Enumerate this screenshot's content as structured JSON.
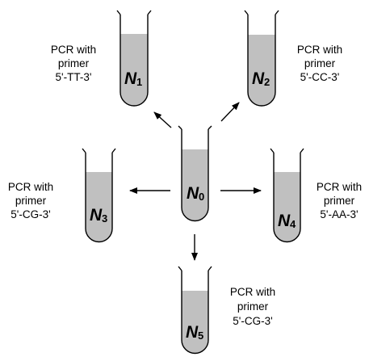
{
  "colors": {
    "liquid": "#c0c0c0",
    "outline": "#000000",
    "background": "#ffffff"
  },
  "tubes": [
    {
      "id": "n0",
      "name": "N",
      "subscript": "0",
      "label": []
    },
    {
      "id": "n1",
      "name": "N",
      "subscript": "1",
      "label": [
        "PCR with",
        "primer",
        "5'-TT-3'"
      ]
    },
    {
      "id": "n2",
      "name": "N",
      "subscript": "2",
      "label": [
        "PCR with",
        "primer",
        "5'-CC-3'"
      ]
    },
    {
      "id": "n3",
      "name": "N",
      "subscript": "3",
      "label": [
        "PCR with",
        "primer",
        "5'-CG-3'"
      ]
    },
    {
      "id": "n4",
      "name": "N",
      "subscript": "4",
      "label": [
        "PCR with",
        "primer",
        "5'-AA-3'"
      ]
    },
    {
      "id": "n5",
      "name": "N",
      "subscript": "5",
      "label": [
        "PCR with",
        "primer",
        "5'-CG-3'"
      ]
    }
  ]
}
